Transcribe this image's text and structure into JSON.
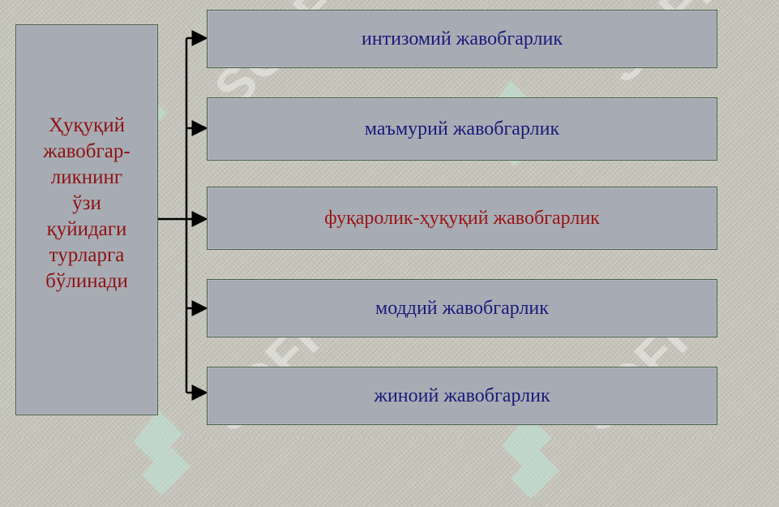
{
  "left": {
    "label": "Ҳуқуқий\nжавобгар-\nликнинг\nўзи\nқуйидаги\nтурларга\nбўлинади"
  },
  "items": [
    {
      "label": "интизомий жавобгарлик",
      "color": "#1a1a7a"
    },
    {
      "label": "маъмурий жавобгарлик",
      "color": "#1a1a7a"
    },
    {
      "label": "фуқаролик-ҳуқуқий жавобгарлик",
      "color": "#9a1414"
    },
    {
      "label": "моддий жавобгарлик",
      "color": "#1a1a7a"
    },
    {
      "label": "жиноий жавобгарлик",
      "color": "#1a1a7a"
    }
  ],
  "watermark": {
    "label": "SOFF",
    "icon": "logo-icon"
  },
  "colors": {
    "background": "#c9c8bd",
    "box_fill": "#a7acb4",
    "box_border": "#48604c",
    "left_text": "#8e1212",
    "connector": "#000000",
    "watermark": "#bfe6d8"
  }
}
